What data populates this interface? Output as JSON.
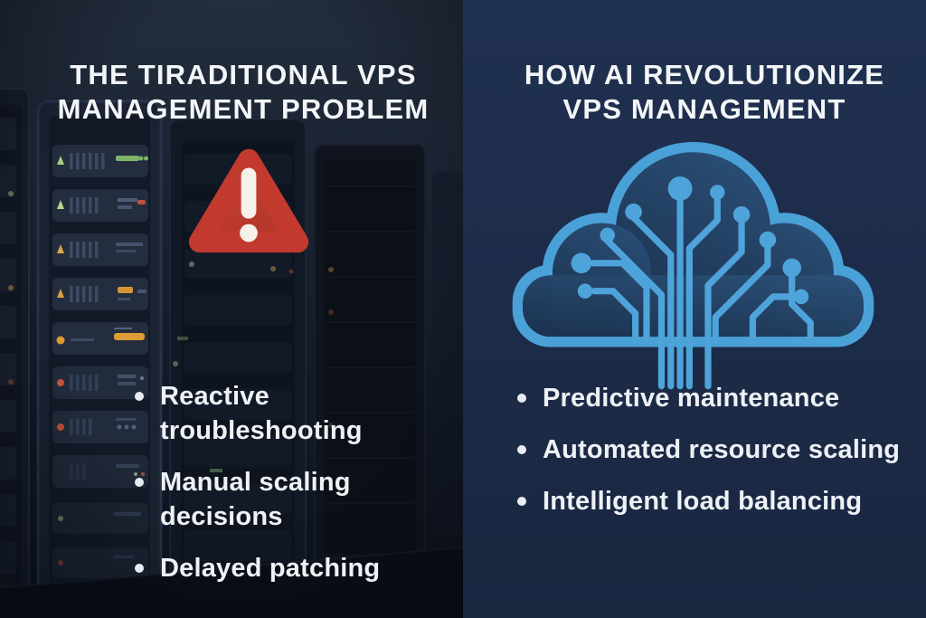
{
  "left_panel": {
    "title_line1": "THE TIRADITIONAL VPS",
    "title_line2": "MANAGEMENT PROBLEM",
    "bullets": [
      "Reactive troubleshooting",
      "Manual scaling decisions",
      "Delayed patching"
    ],
    "icon": "warning-triangle-icon"
  },
  "right_panel": {
    "title_line1": "HOW AI REVOLUTIONIZE",
    "title_line2": "VPS MANAGEMENT",
    "bullets": [
      "Predictive maintenance",
      "Automated resource scaling",
      "Intelligent load balancing"
    ],
    "icon": "ai-circuit-cloud-icon"
  },
  "colors": {
    "left_bg_top": "#222b3a",
    "left_bg_bottom": "#0d121c",
    "right_bg": "#1d2b47",
    "warning_red": "#c23a2e",
    "cloud_blue": "#4aa1d8",
    "text": "#f2f4f7",
    "left_bullet_dot": "#e9edf2",
    "right_bullet_dot": "#58a4d9"
  }
}
